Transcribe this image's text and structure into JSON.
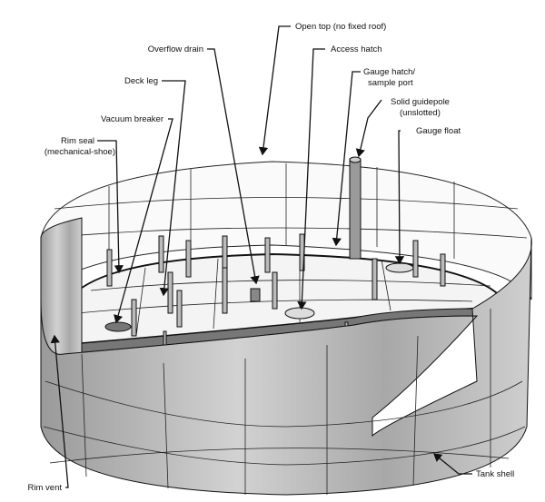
{
  "title": "External floating roof tank diagram",
  "labels": {
    "open_top": "Open top (no fixed roof)",
    "overflow_drain": "Overflow drain",
    "access_hatch": "Access hatch",
    "deck_leg": "Deck leg",
    "gauge_hatch_1": "Gauge hatch/",
    "gauge_hatch_2": "sample port",
    "guidepole_1": "Solid guidepole",
    "guidepole_2": "(unslotted)",
    "gauge_float": "Gauge float",
    "vacuum_breaker": "Vacuum breaker",
    "rim_seal_1": "Rim seal",
    "rim_seal_2": "(mechanical-shoe)",
    "rim_vent": "Rim vent",
    "tank_shell": "Tank shell"
  },
  "colors": {
    "ink": "#111111",
    "shell": "#b8b8b8",
    "deck": "#f4f4f4"
  }
}
